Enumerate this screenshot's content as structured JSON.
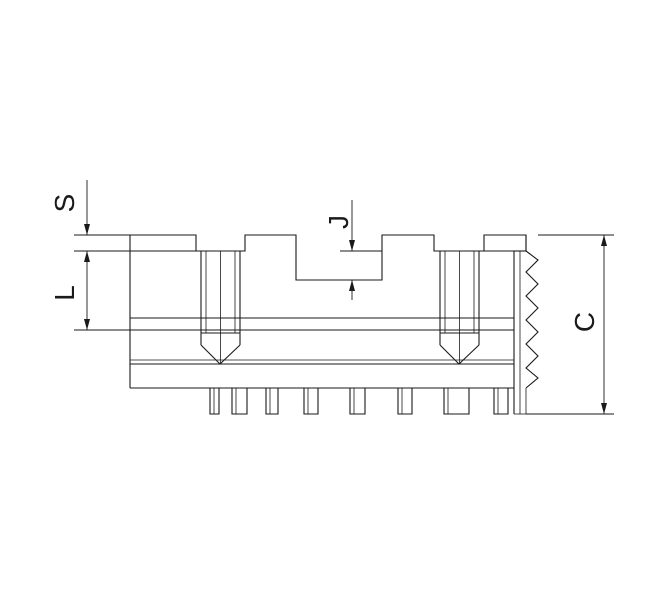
{
  "labels": {
    "s": "S",
    "j": "J",
    "l": "L",
    "c": "C"
  }
}
